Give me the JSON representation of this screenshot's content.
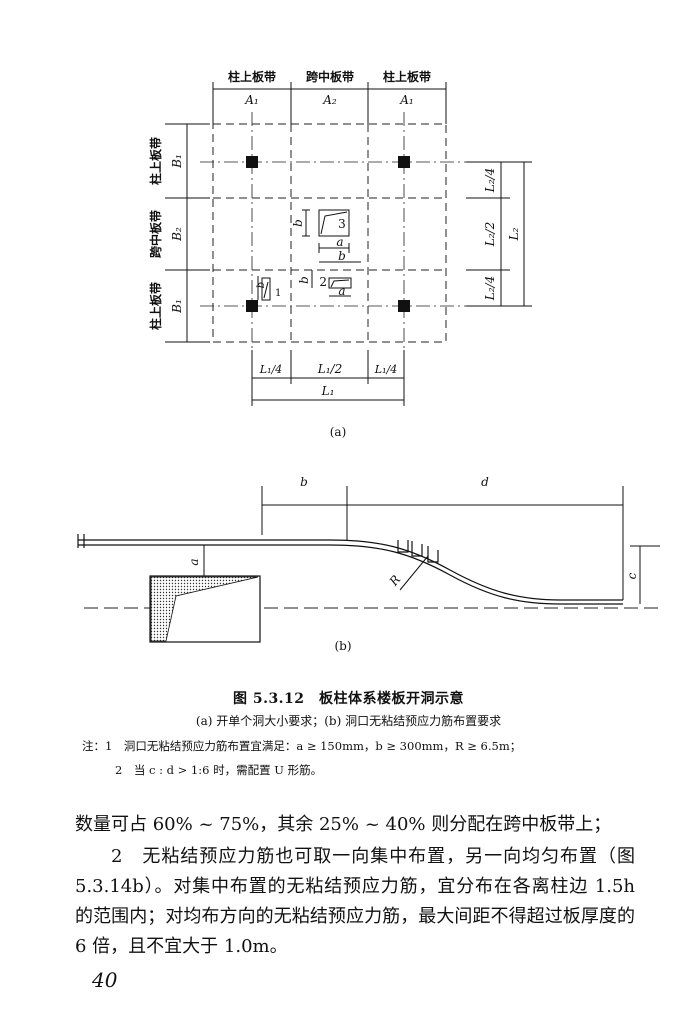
{
  "figure_a": {
    "top_labels": [
      "柱上板带",
      "跨中板带",
      "柱上板带"
    ],
    "top_dims": [
      "A₁",
      "A₂",
      "A₁"
    ],
    "left_labels": [
      "柱上板带",
      "跨中板带",
      "柱上板带"
    ],
    "left_dims": [
      "B₁",
      "B₂",
      "B₁"
    ],
    "right_dims": [
      "L₂/4",
      "L₂/2",
      "L₂/4"
    ],
    "right_total": "L₂",
    "bottom_dims": [
      "L₁/4",
      "L₁/2",
      "L₁/4"
    ],
    "bottom_total": "L₁",
    "opening_labels": {
      "b": "b",
      "a": "a",
      "num": "3",
      "one": "1",
      "two": "2"
    },
    "sub_label": "(a)"
  },
  "figure_b": {
    "dims": {
      "b": "b",
      "d": "d",
      "a": "a",
      "R": "R",
      "c": "c"
    },
    "sub_label": "(b)"
  },
  "caption": {
    "title": "图 5.3.12　板柱体系楼板开洞示意",
    "subtitle": "(a) 开单个洞大小要求；(b) 洞口无粘结预应力筋布置要求"
  },
  "notes": [
    "注：1　洞口无粘结预应力筋布置宜满足：a ≥ 150mm，b ≥ 300mm，R ≥ 6.5m；",
    "2　当 c : d > 1:6 时，需配置 U 形筋。"
  ],
  "body": {
    "para_1": "数量可占 60% ~ 75%，其余 25% ~ 40% 则分配在跨中板带上；",
    "para_2": "2　无粘结预应力筋也可取一向集中布置，另一向均匀布置（图 5.3.14b）。对集中布置的无粘结预应力筋，宜分布在各离柱边 1.5h 的范围内；对均布方向的无粘结预应力筋，最大间距不得超过板厚度的 6 倍，且不宜大于 1.0m。"
  },
  "page_number": "40"
}
